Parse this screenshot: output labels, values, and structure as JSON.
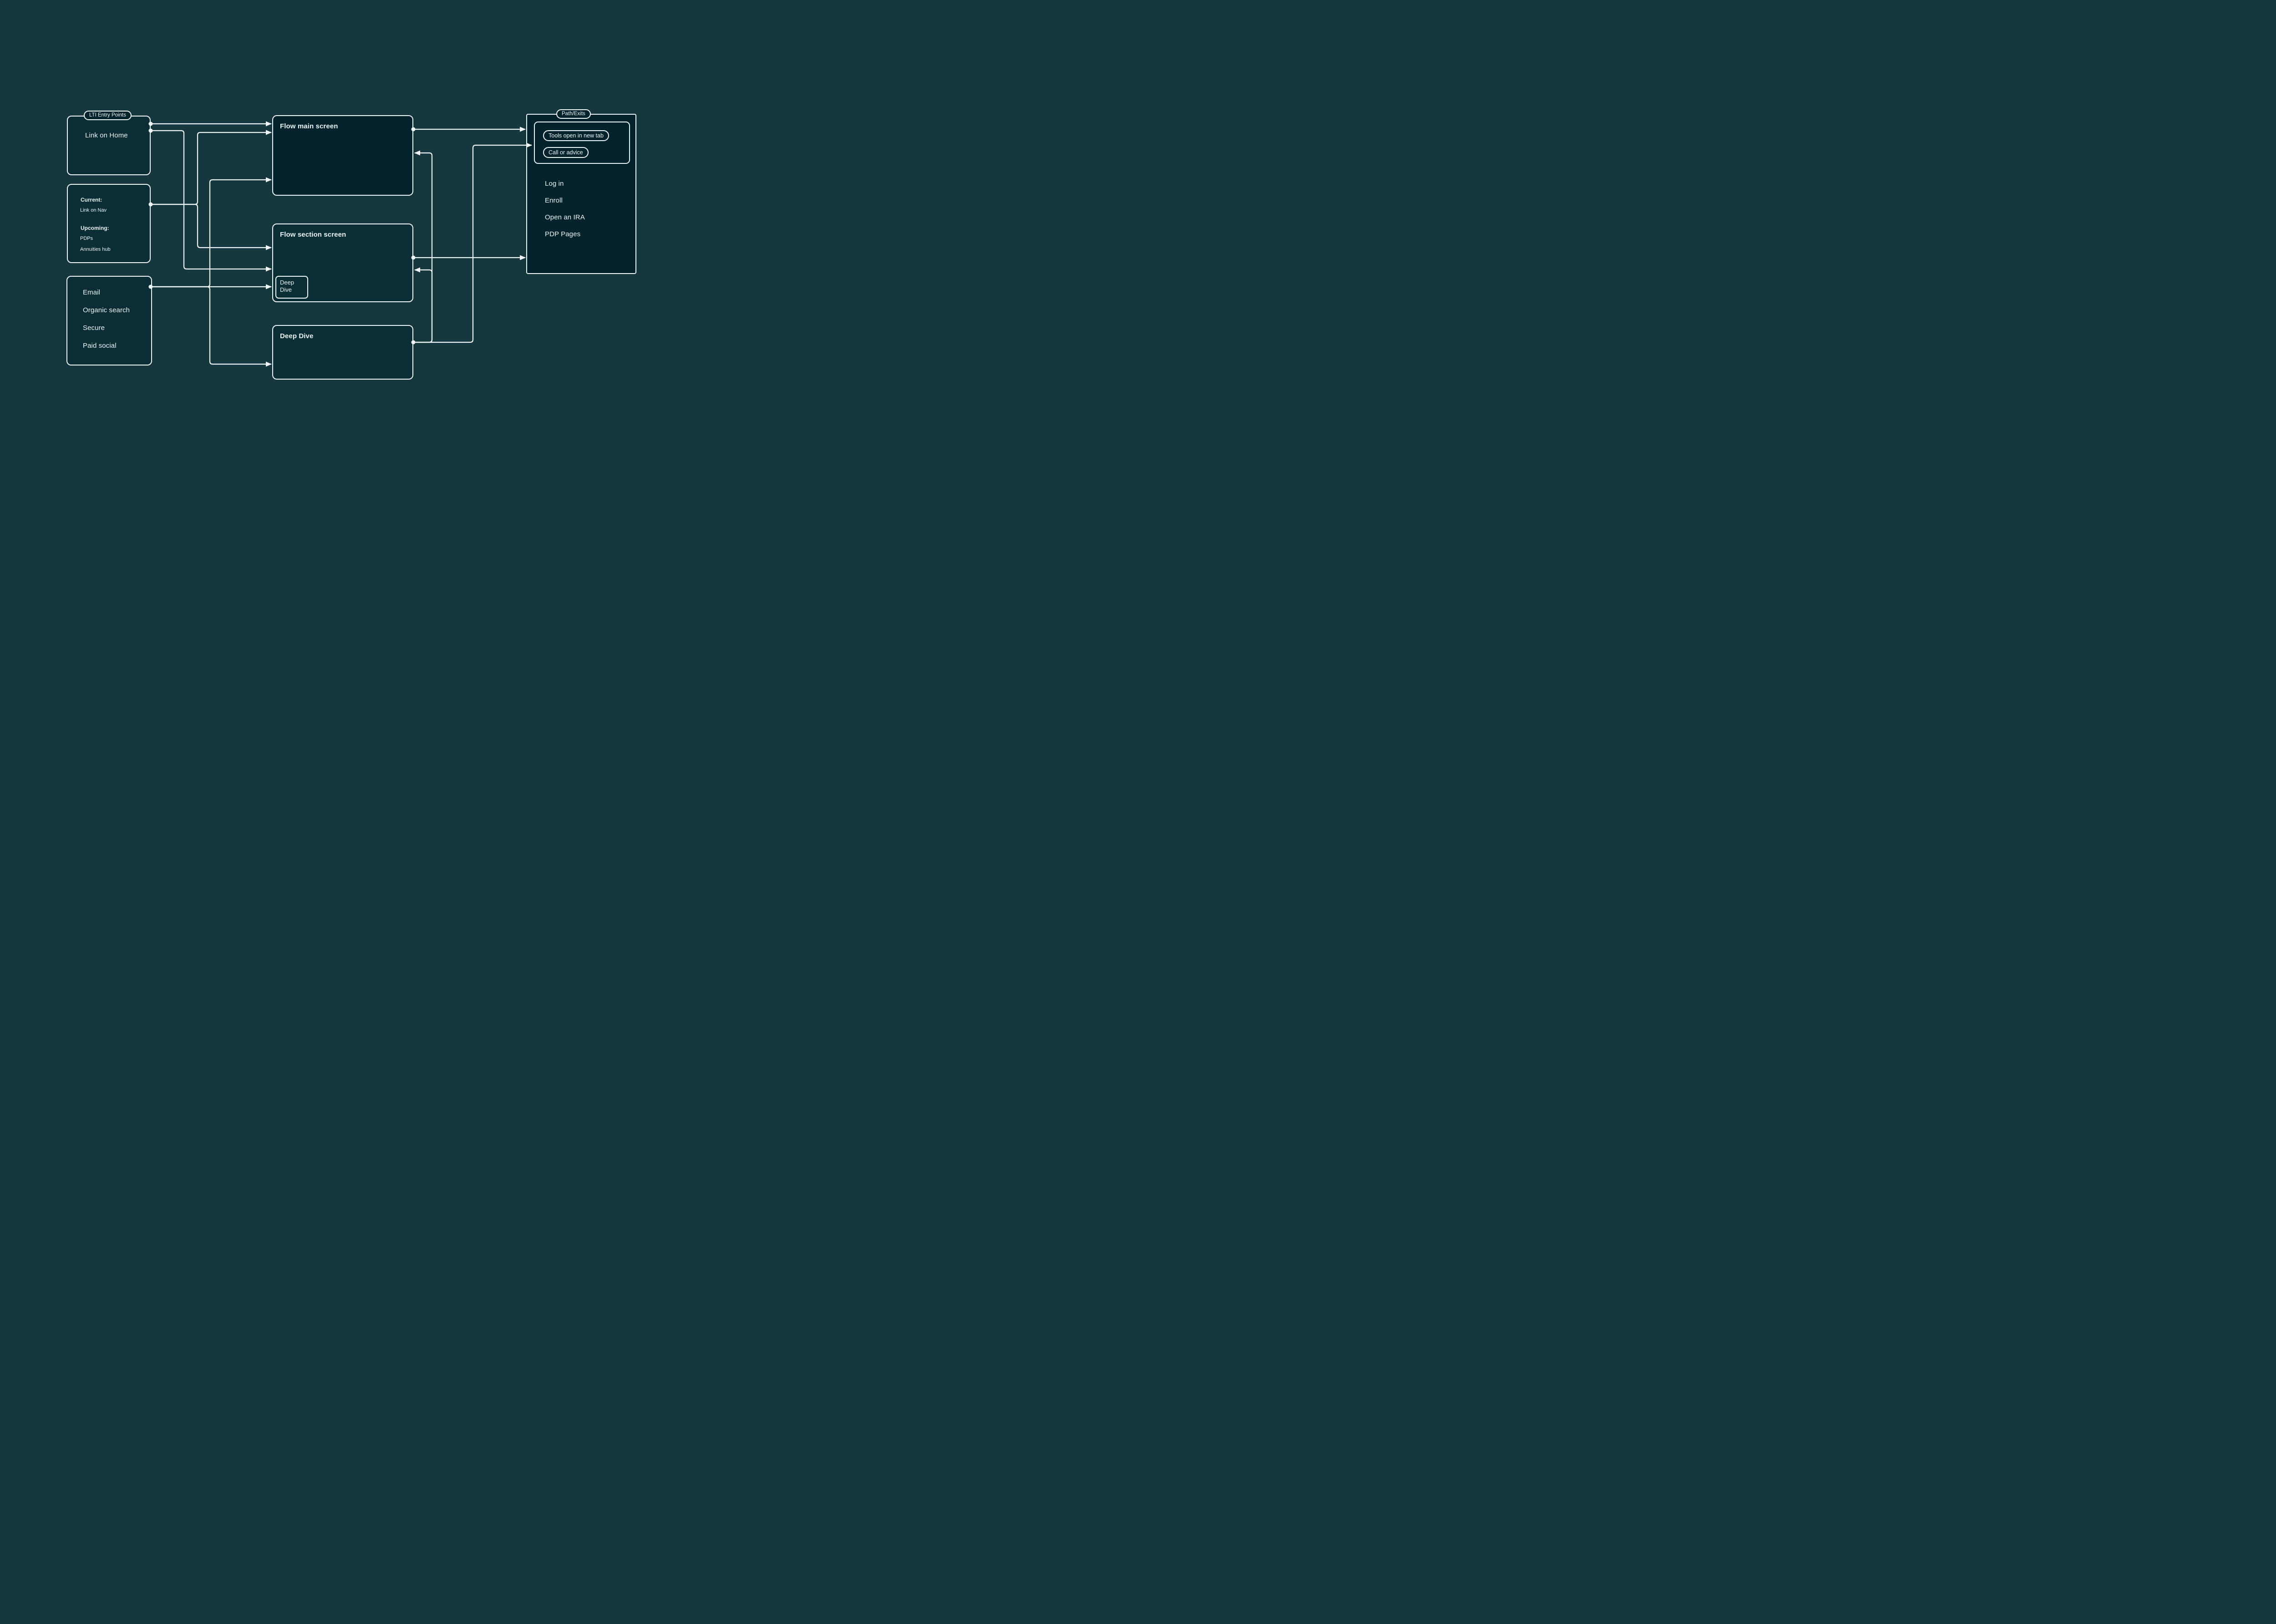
{
  "entry": {
    "tag": "LTI Entry Points",
    "box1": {
      "label": "Link on Home"
    },
    "box2": {
      "current_label": "Current:",
      "current_item": "Link on Nav",
      "upcoming_label": "Upcoming:",
      "upcoming_items": [
        "PDPs",
        "Annuities hub"
      ]
    },
    "box3": {
      "items": [
        "Email",
        "Organic search",
        "Secure",
        "Paid social"
      ]
    }
  },
  "screens": {
    "flow_main": {
      "title": "Flow main screen"
    },
    "flow_section": {
      "title": "Flow section screen",
      "chip": "Deep Dive"
    },
    "deep_dive": {
      "title": "Deep Dive"
    }
  },
  "path_exits": {
    "tag": "Path/Exits",
    "pills": [
      "Tools open in new tab",
      "Call or advice"
    ],
    "items": [
      "Log in",
      "Enroll",
      "Open an IRA",
      "PDP Pages"
    ]
  },
  "colors": {
    "background": "#16373D",
    "box_fill": "#0B2D36",
    "box_fill_dark": "#05232D",
    "stroke": "#EDF6F4",
    "text": "#EAF5F3"
  }
}
